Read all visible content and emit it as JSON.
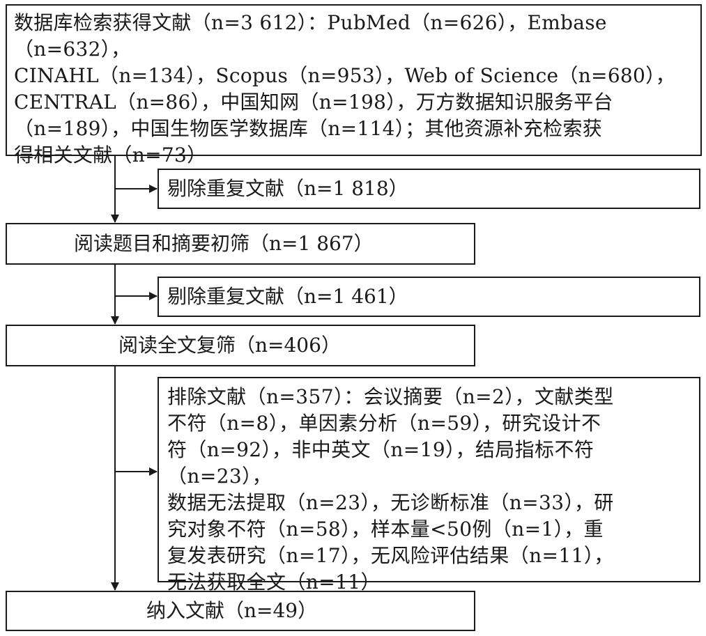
{
  "flow": {
    "identification": {
      "lines": [
        "数据库检索获得文献（n=3 612）：PubMed（n=626），Embase（n=632），",
        "CINAHL（n=134），Scopus（n=953），Web of Science（n=680），",
        "CENTRAL（n=86），中国知网（n=198），万方数据知识服务平台",
        "（n=189），中国生物医学数据库（n=114）；其他资源补充检索获",
        "得相关文献（n=73）"
      ]
    },
    "removed_duplicates_1": "剔除重复文献（n=1 818）",
    "title_abstract_screening": "阅读题目和摘要初筛（n=1 867）",
    "removed_duplicates_2": "剔除重复文献（n=1 461）",
    "full_text_screening": "阅读全文复筛（n=406）",
    "excluded": {
      "lines": [
        "排除文献（n=357）：会议摘要（n=2），文献类型",
        "不符（n=8），单因素分析（n=59），研究设计不",
        "符（n=92），非中英文（n=19），结局指标不符（n=23），",
        "数据无法提取（n=23），无诊断标准（n=33），研",
        "究对象不符（n=58），样本量<50例（n=1），重",
        "复发表研究（n=17），无风险评估结果（n=11），",
        "无法获取全文（n=11）"
      ]
    },
    "included": "纳入文献（n=49）"
  }
}
